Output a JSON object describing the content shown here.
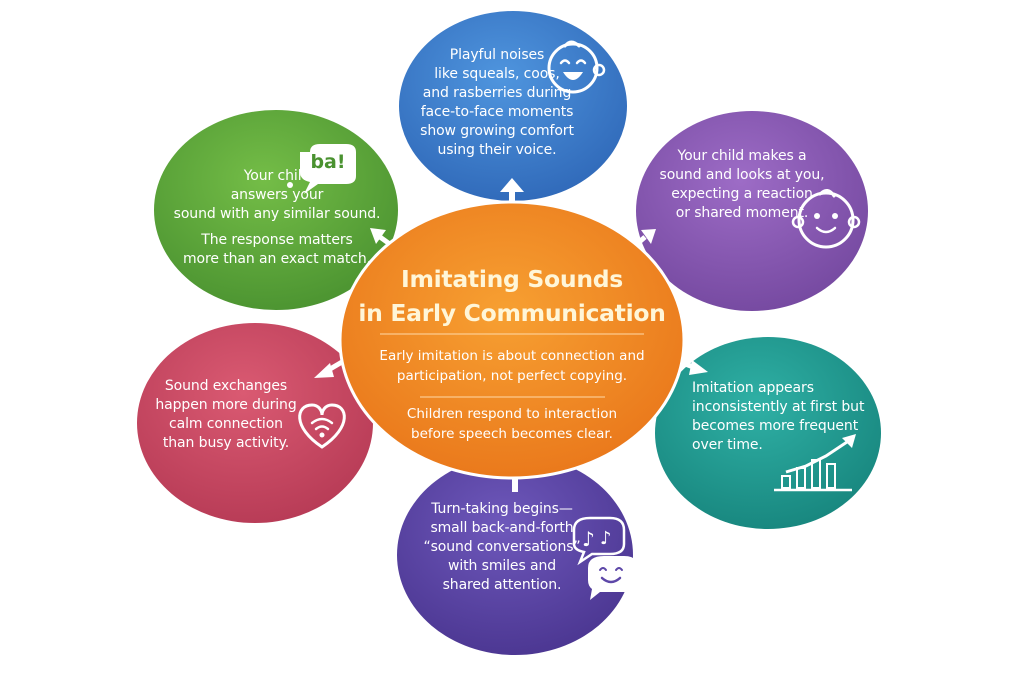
{
  "center": {
    "title_line1": "Imitating Sounds",
    "title_line2": "in Early Communication",
    "paragraph1": "Early imitation is about connection and\nparticipation, not perfect copying.",
    "paragraph2": "Children respond to interaction\nbefore speech becomes clear."
  },
  "nodes": {
    "top": {
      "text": "Playful noises\nlike squeals, coos,\nand rasberries during\nface-to-face moments\nshow growing comfort\nusing their voice.",
      "color": "#3f7fcf",
      "icon": "baby-laughing-icon"
    },
    "upper_left": {
      "text": "Your child\nanswers your\nsound with any similar sound.",
      "text2": "The response matters\nmore than an exact match.",
      "bubble": "ba!",
      "color": "#5fa83a",
      "icon": "speech-bubble-icon"
    },
    "upper_right": {
      "text": "Your child makes a\nsound and looks at you,\nexpecting a reaction\nor shared moment.",
      "color": "#8a5bb5",
      "icon": "baby-face-icon"
    },
    "lower_left": {
      "text": "Sound exchanges\nhappen more during\ncalm connection\nthan busy activity.",
      "color": "#cc4a63",
      "icon": "heart-signal-icon"
    },
    "lower_right": {
      "text": "Imitation appears\ninconsistently at first but\nbecomes more frequent\nover time.",
      "color": "#1f9a92",
      "icon": "rising-bar-chart-icon"
    },
    "bottom": {
      "text": "Turn-taking begins—\nsmall back-and-forth\n“sound conversations”\nwith smiles and\nshared attention.",
      "color": "#5d47a8",
      "icon": "music-smile-bubbles-icon"
    }
  },
  "colors": {
    "center": "#f0871e",
    "arrow": "#ffffff"
  }
}
